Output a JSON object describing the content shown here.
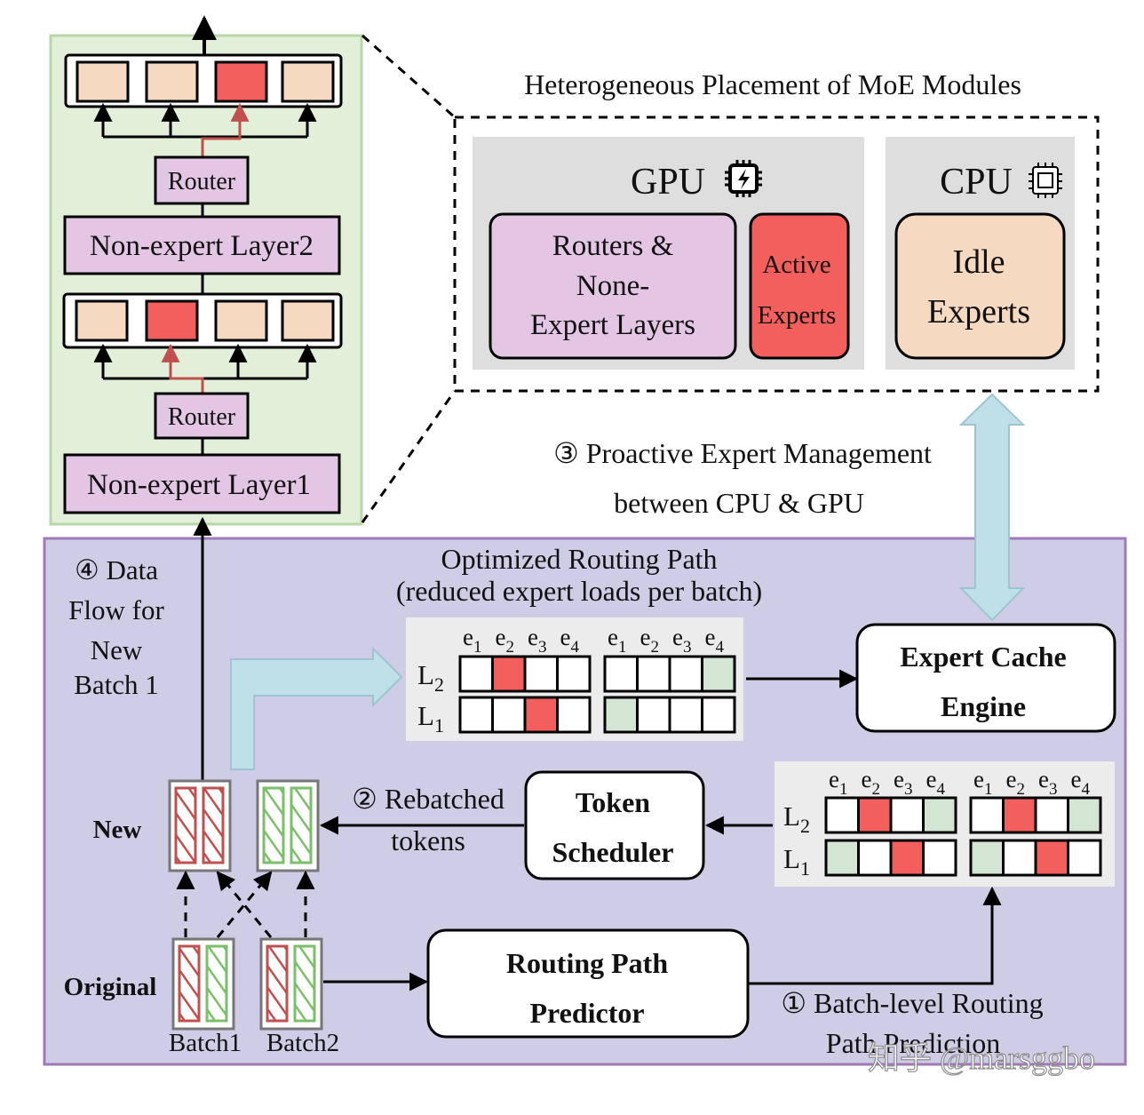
{
  "model_stack": {
    "router_top": "Router",
    "router_bottom": "Router",
    "layer2": "Non-expert Layer2",
    "layer1": "Non-expert Layer1"
  },
  "placement": {
    "title": "Heterogeneous Placement of MoE Modules",
    "gpu_label": "GPU",
    "cpu_label": "CPU",
    "routers_line1": "Routers &",
    "routers_line2": "None-",
    "routers_line3": "Expert Layers",
    "active_line1": "Active",
    "active_line2": "Experts",
    "idle_line1": "Idle",
    "idle_line2": "Experts"
  },
  "step3": {
    "line1": "③ Proactive Expert Management",
    "line2": "between CPU & GPU"
  },
  "step4": {
    "line1": "④ Data",
    "line2": "Flow for",
    "line3": "New",
    "line4": "Batch 1"
  },
  "optimized": {
    "line1": "Optimized Routing Path",
    "line2": "(reduced expert loads per batch)"
  },
  "expert_cache": {
    "line1": "Expert Cache",
    "line2": "Engine"
  },
  "token_scheduler": {
    "line1": "Token",
    "line2": "Scheduler"
  },
  "step2": {
    "line1": "② Rebatched",
    "line2": "tokens"
  },
  "predictor": {
    "line1": "Routing Path",
    "line2": "Predictor"
  },
  "step1": {
    "line1": "① Batch-level Routing",
    "line2": "Path Prediction"
  },
  "labels": {
    "new": "New",
    "original": "Original",
    "batch1": "Batch1",
    "batch2": "Batch2"
  },
  "experts": [
    "e1",
    "e2",
    "e3",
    "e4"
  ],
  "layers": [
    "L2",
    "L1"
  ],
  "watermark": "知乎 @marsggbo",
  "colors": {
    "green_panel": "#e2efd9",
    "purple_panel": "#cfcce6",
    "purple_box": "#e3c6e3",
    "peach": "#f5d9c1",
    "red": "#f25f5c",
    "light_green": "#d3e6d3",
    "light_blue": "#bfe0e8",
    "gray": "#dedede"
  }
}
